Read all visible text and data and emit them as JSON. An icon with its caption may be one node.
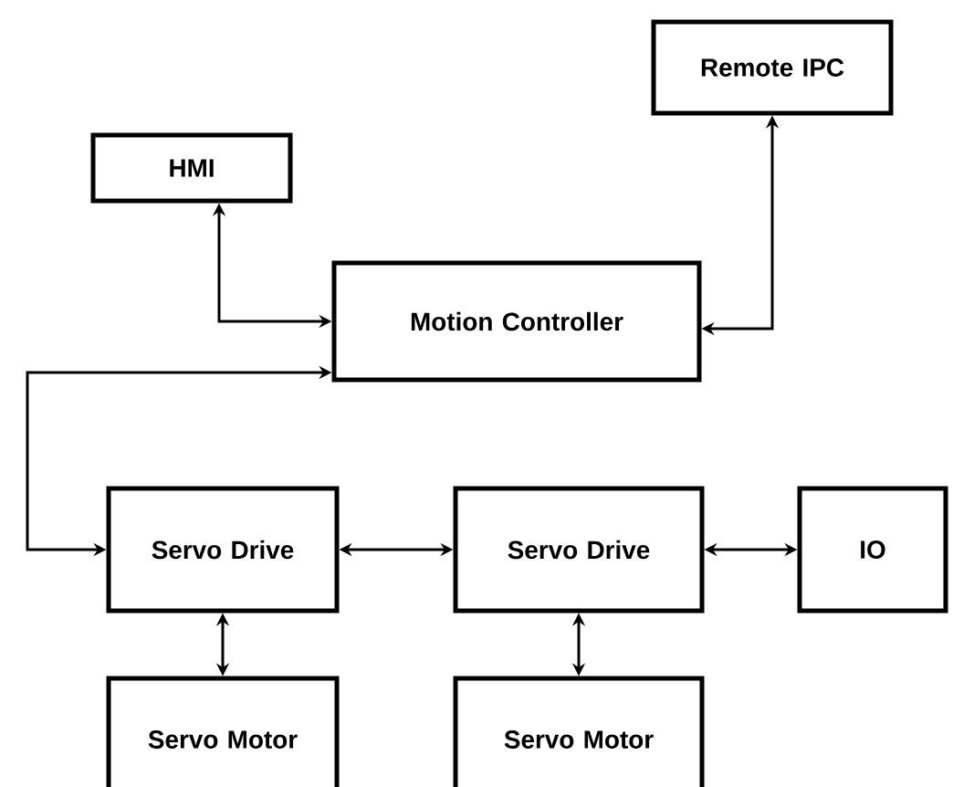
{
  "diagram": {
    "nodes": [
      {
        "text": [
          "HMI"
        ]
      },
      {
        "text": [
          "Remote IPC"
        ]
      },
      {
        "text": [
          "Motion Controller"
        ]
      },
      {
        "text": [
          "Servo Drive"
        ]
      },
      {
        "text": [
          "Servo Drive"
        ]
      },
      {
        "text": [
          "IO"
        ]
      },
      {
        "text": [
          "Servo Motor"
        ]
      },
      {
        "text": [
          "Servo Motor"
        ]
      }
    ],
    "edges": [
      {
        "from": 0,
        "to": 2,
        "arrow": "both"
      },
      {
        "from": 2,
        "to": 1,
        "arrow": "both"
      },
      {
        "from": 2,
        "to": 3,
        "arrow": "both"
      },
      {
        "from": 3,
        "to": 4,
        "arrow": "both"
      },
      {
        "from": 4,
        "to": 5,
        "arrow": "both"
      },
      {
        "from": 3,
        "to": 6,
        "arrow": "both"
      },
      {
        "from": 4,
        "to": 7,
        "arrow": "both"
      }
    ]
  }
}
